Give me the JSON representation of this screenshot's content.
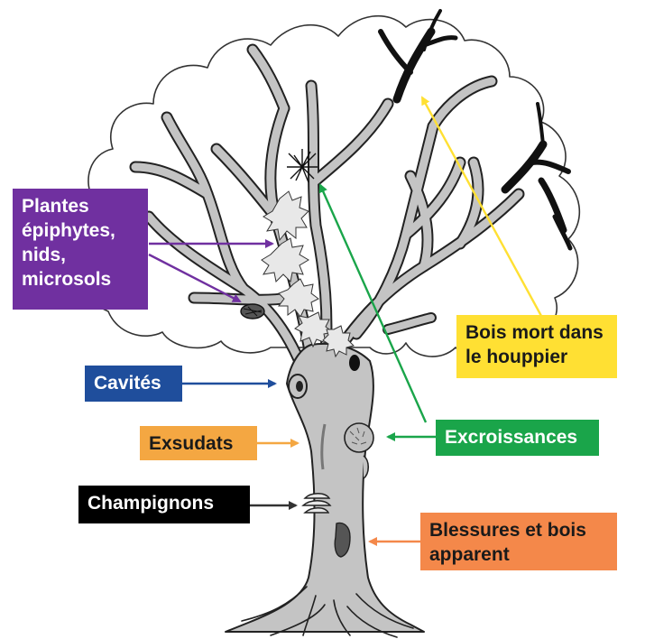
{
  "labels": {
    "plantes": {
      "text": "Plantes\népiphytes,\nnids,\nmicrosols",
      "bg": "#7030a0",
      "fg": "#ffffff"
    },
    "cavites": {
      "text": "Cavités",
      "bg": "#1f4e9c",
      "fg": "#ffffff"
    },
    "exsudats": {
      "text": "Exsudats",
      "bg": "#f4a742",
      "fg": "#1a1a1a"
    },
    "champignons": {
      "text": "Champignons",
      "bg": "#000000",
      "fg": "#ffffff"
    },
    "bois_mort": {
      "text": "Bois mort dans\nle houppier",
      "bg": "#ffe033",
      "fg": "#1a1a1a"
    },
    "excroissances": {
      "text": "Excroissances",
      "bg": "#1aa54a",
      "fg": "#ffffff"
    },
    "blessures": {
      "text": "Blessures et bois\napparent",
      "bg": "#f4884a",
      "fg": "#1a1a1a"
    }
  },
  "colors": {
    "trunk": "#c4c4c4",
    "outline": "#222222",
    "dead_wood": "#111111",
    "purple_arrow": "#7030a0",
    "blue_arrow": "#1f4e9c",
    "orange_arrow": "#f4a742",
    "black_arrow": "#333333",
    "yellow_arrow": "#ffe033",
    "green_arrow": "#1aa54a",
    "salmon_arrow": "#f4884a"
  }
}
